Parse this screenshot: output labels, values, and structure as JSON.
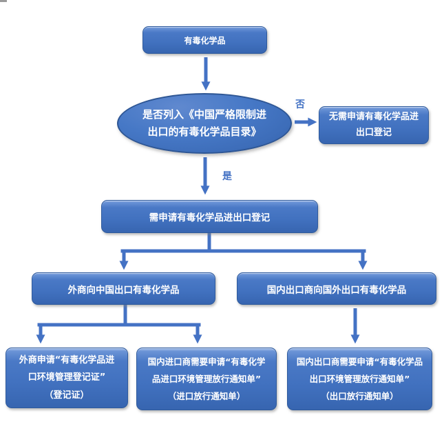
{
  "colors": {
    "node_fill": "#4473C0",
    "node_border": "#2E5A9C",
    "arrow": "#4472C4",
    "branch_label_text": "#4472C4"
  },
  "labels": {
    "no": "否",
    "yes": "是"
  },
  "nodes": {
    "start": {
      "text": "有毒化学品"
    },
    "decision": {
      "text": [
        "是否列入《中国严格限制进",
        "出口的有毒化学品目录》"
      ]
    },
    "no_result": {
      "text": [
        "无需申请有毒化学品进",
        "出口登记"
      ]
    },
    "yes_result": {
      "text": "需申请有毒化学品进出口登记"
    },
    "foreign_export": {
      "text": "外商向中国出口有毒化学品"
    },
    "domestic_export": {
      "text": "国内出口商向国外出口有毒化学品"
    },
    "registration_cert": {
      "text": [
        "外商申请“有毒化学品进",
        "口环境管理登记证”",
        "（登记证）"
      ]
    },
    "import_release": {
      "text": [
        "国内进口商需要申请“有毒化学",
        "品进口环境管理放行通知单”",
        "（进口放行通知单）"
      ]
    },
    "export_release": {
      "text": [
        "国内出口商需要申请“有毒化学品",
        "出口环境管理放行通知单”",
        "（出口放行通知单）"
      ]
    }
  }
}
